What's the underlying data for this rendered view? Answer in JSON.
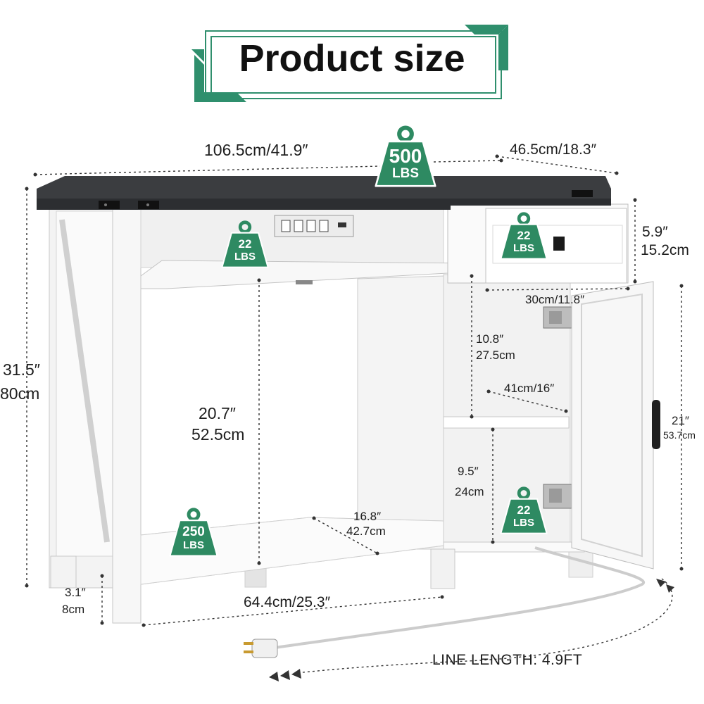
{
  "title": "Product size",
  "dimensions": {
    "width": "106.5cm/41.9″",
    "depth": "46.5cm/18.3″",
    "height_in": "31.5″",
    "height_cm": "80cm",
    "drawer_height_in": "5.9″",
    "drawer_height_cm": "15.2cm",
    "drawer_width": "30cm/11.8″",
    "knee_height_in": "20.7″",
    "knee_height_cm": "52.5cm",
    "upper_shelf_in": "10.8″",
    "upper_shelf_cm": "27.5cm",
    "shelf_depth": "41cm/16″",
    "cabinet_height_in": "21″",
    "cabinet_height_cm": "53.7cm",
    "lower_shelf_in": "9.5″",
    "lower_shelf_cm": "24cm",
    "bottom_depth_in": "16.8″",
    "bottom_depth_cm": "42.7cm",
    "leg_height_in": "3.1″",
    "leg_height_cm": "8cm",
    "inner_width": "64.4cm/25.3″",
    "line_length": "LINE LENGTH: 4.9FT"
  },
  "weights": {
    "top": {
      "value": "500",
      "unit": "LBS"
    },
    "keyboard_tray": {
      "value": "22",
      "unit": "LBS"
    },
    "drawer": {
      "value": "22",
      "unit": "LBS"
    },
    "bottom_shelf": {
      "value": "250",
      "unit": "LBS"
    },
    "cabinet_shelf": {
      "value": "22",
      "unit": "LBS"
    }
  },
  "colors": {
    "accent_green": "#2f8f6d",
    "weight_badge": "#2e8a62",
    "tabletop": "#3b3d40",
    "cabinet_white": "#f6f6f6",
    "dim_line": "#333333"
  },
  "icons": [
    "weight-icon",
    "power-outlet-icon",
    "usb-port-icon",
    "hinge-icon",
    "door-handle-icon",
    "drawer-knob-icon",
    "power-plug-icon"
  ]
}
